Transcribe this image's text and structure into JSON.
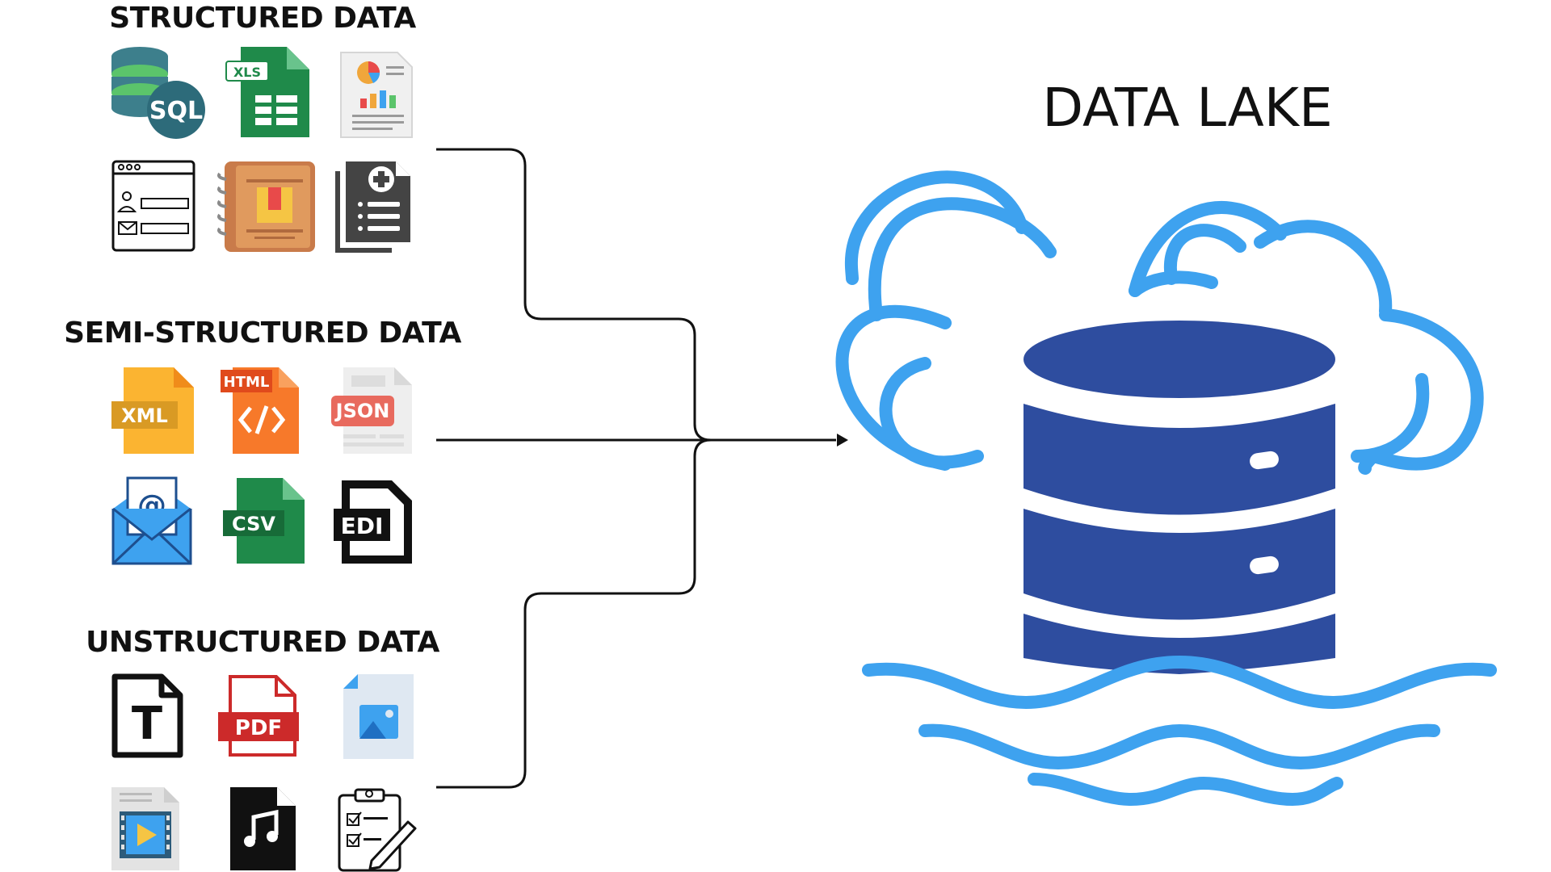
{
  "diagram": {
    "lake_title": "DATA LAKE",
    "groups": [
      {
        "title": "STRUCTURED DATA",
        "icons": [
          "sql-database-icon",
          "xls-spreadsheet-icon",
          "report-document-icon",
          "web-form-icon",
          "catalog-notebook-icon",
          "medical-record-icon"
        ],
        "labels": {
          "sql": "SQL",
          "xls": "XLS"
        }
      },
      {
        "title": "SEMI-STRUCTURED DATA",
        "icons": [
          "xml-file-icon",
          "html-file-icon",
          "json-file-icon",
          "email-icon",
          "csv-file-icon",
          "edi-file-icon"
        ],
        "labels": {
          "xml": "XML",
          "html": "HTML",
          "json": "JSON",
          "csv": "CSV",
          "edi": "EDI"
        }
      },
      {
        "title": "UNSTRUCTURED DATA",
        "icons": [
          "text-file-icon",
          "pdf-file-icon",
          "image-file-icon",
          "video-file-icon",
          "audio-file-icon",
          "checklist-clipboard-icon"
        ],
        "labels": {
          "text": "T",
          "pdf": "PDF"
        }
      }
    ],
    "colors": {
      "cloud": "#3ea2ef",
      "database": "#2e4d9f",
      "water": "#3ea2ef",
      "connector": "#111111"
    }
  }
}
